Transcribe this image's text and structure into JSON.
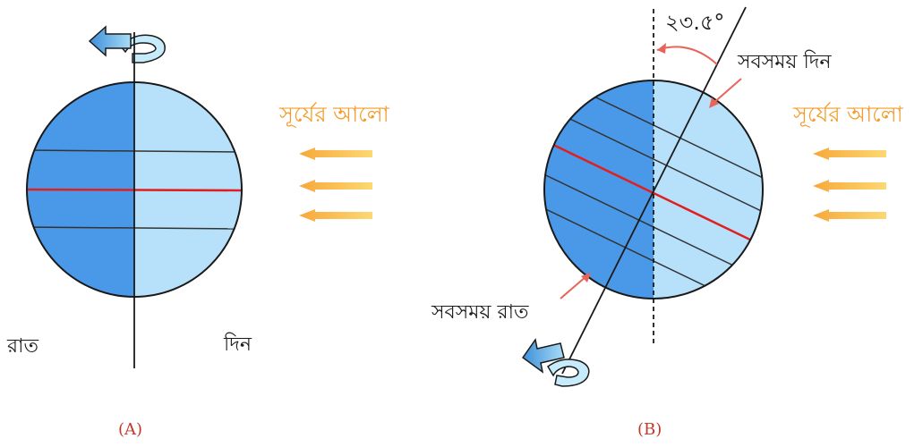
{
  "panel_a": {
    "sunlight_label": "সূর্যের আলো",
    "night_label": "রাত",
    "day_label": "দিন",
    "caption": "(A)"
  },
  "panel_b": {
    "tilt_angle_label": "২৩.৫°",
    "always_day_label": "সবসময় দিন",
    "sunlight_label": "সূর্যের আলো",
    "always_night_label": "সবসময় রাত",
    "caption": "(B)"
  },
  "colors": {
    "night_side": "#4a98e8",
    "day_side": "#b7e0fb",
    "equator": "#e02020",
    "sun_arrow": "#f7b944",
    "label_sun": "#f39c2a",
    "pointer": "#e8645a"
  }
}
